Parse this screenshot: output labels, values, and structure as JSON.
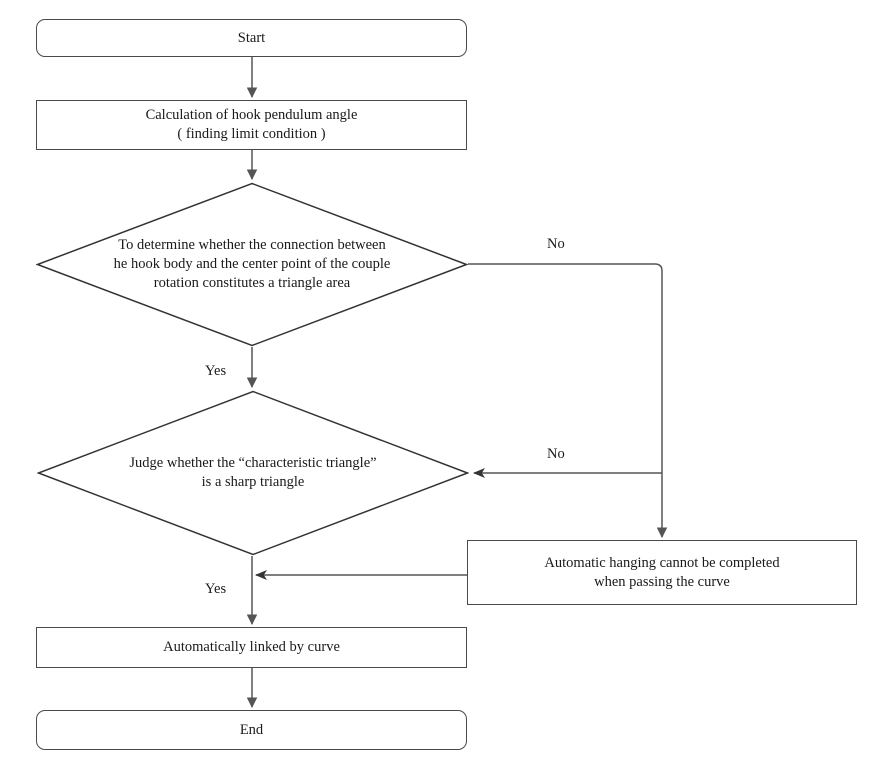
{
  "diagram": {
    "title": "Hook automatic hanging decision flowchart",
    "stroke_color": "#4a4a4a",
    "line_color": "#555555",
    "text_color": "#1a1a1a",
    "background": "#ffffff"
  },
  "nodes": {
    "start": {
      "label": "Start",
      "shape": "terminator"
    },
    "calculation": {
      "line1": "Calculation of hook pendulum angle",
      "line2": "( finding limit condition )",
      "shape": "process"
    },
    "decision1": {
      "line1": "To determine whether the connection between",
      "line2": "he hook body and the center point of the couple",
      "line3": "rotation constitutes a triangle area",
      "shape": "decision"
    },
    "decision2": {
      "line1": "Judge whether the “characteristic triangle”",
      "line2": "is a sharp triangle",
      "shape": "decision"
    },
    "failure": {
      "line1": "Automatic hanging cannot be completed",
      "line2": "when passing the curve",
      "shape": "process"
    },
    "success": {
      "label": "Automatically linked by curve",
      "shape": "process"
    },
    "end": {
      "label": "End",
      "shape": "terminator"
    }
  },
  "edge_labels": {
    "decision1_no": "No",
    "decision1_yes": "Yes",
    "decision2_no": "No",
    "decision2_yes": "Yes"
  }
}
